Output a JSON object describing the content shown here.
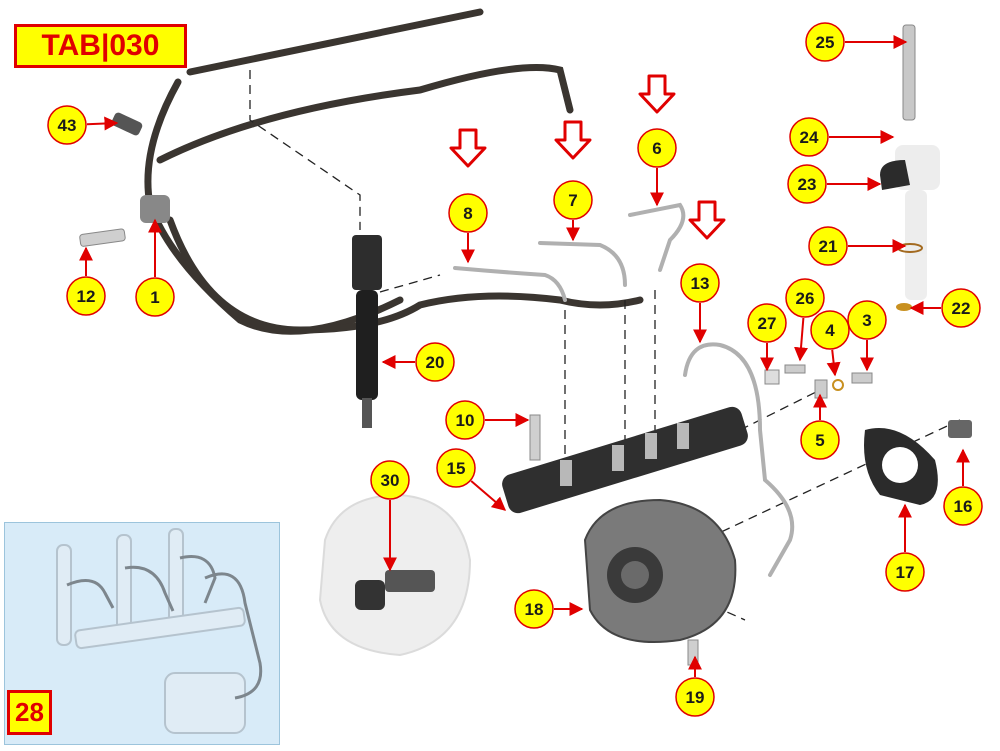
{
  "tab_label": "TAB|030",
  "inset_number": "28",
  "colors": {
    "callout_fill": "#ffff00",
    "callout_stroke": "#e00000",
    "arrow": "#e00000",
    "hose": "#3a3530",
    "metal": "#b8b8b8"
  },
  "callouts": [
    "1",
    "3",
    "4",
    "5",
    "6",
    "7",
    "8",
    "10",
    "12",
    "13",
    "15",
    "16",
    "17",
    "18",
    "19",
    "20",
    "21",
    "22",
    "23",
    "24",
    "25",
    "26",
    "27",
    "30",
    "43"
  ],
  "highlight_arrows": [
    "6",
    "7",
    "8",
    "13"
  ]
}
